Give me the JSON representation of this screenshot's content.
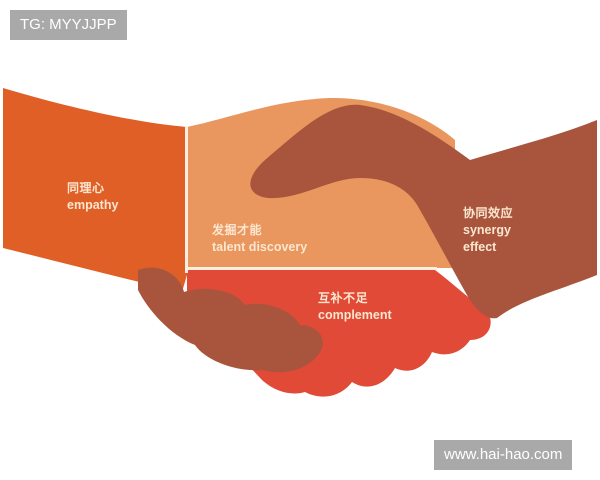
{
  "watermark_top": {
    "text": "TG: MYYJJPP"
  },
  "watermark_bottom": {
    "text": "www.hai-hao.com"
  },
  "illustration": {
    "name": "handshake",
    "colors": {
      "cuff_orange": "#e05f27",
      "left_hand_light": "#e9965f",
      "right_hand_brown": "#a9553d",
      "palm_red": "#e04a37",
      "divider": "#fbefe2",
      "label_text": "#fbe6cf"
    },
    "sections": [
      {
        "zh": "同理心",
        "en": "empathy"
      },
      {
        "zh": "发掘才能",
        "en": "talent discovery"
      },
      {
        "zh": "协同效应",
        "en_line1": "synergy",
        "en_line2": "effect"
      },
      {
        "zh": "互补不足",
        "en": "complement"
      }
    ]
  }
}
